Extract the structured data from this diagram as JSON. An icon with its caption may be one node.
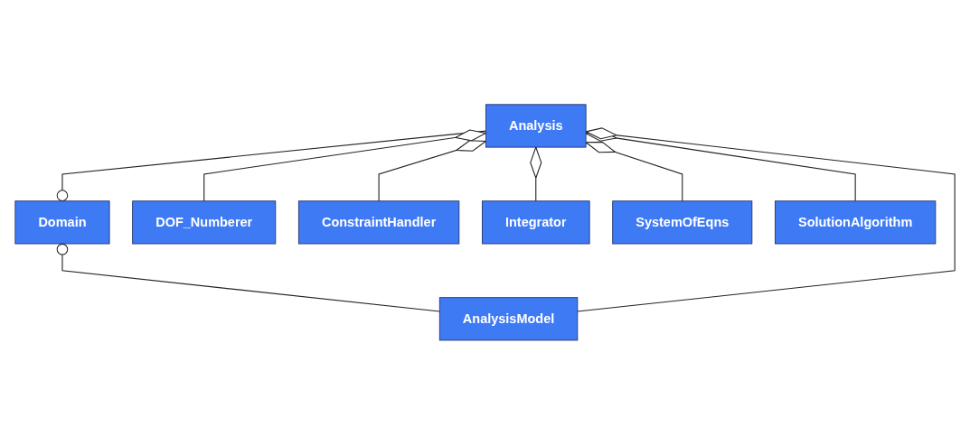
{
  "diagram": {
    "nodes": [
      {
        "text": [
          "Analysis"
        ]
      },
      {
        "text": [
          "Domain"
        ]
      },
      {
        "text": [
          "DOF_Numberer"
        ]
      },
      {
        "text": [
          "ConstraintHandler"
        ]
      },
      {
        "text": [
          "Integrator"
        ]
      },
      {
        "text": [
          "AnalysisModel"
        ]
      },
      {
        "text": [
          "SystemOfEqns"
        ]
      },
      {
        "text": [
          "SolutionAlgorithm"
        ]
      }
    ],
    "edges": [
      {
        "from": 0,
        "to": 1,
        "arrow": "other"
      },
      {
        "from": 1,
        "to": 5,
        "arrow": "other"
      },
      {
        "from": 0,
        "to": 2,
        "arrow": "other"
      },
      {
        "from": 0,
        "to": 6,
        "arrow": "other"
      },
      {
        "from": 0,
        "to": 3,
        "arrow": "other"
      },
      {
        "from": 0,
        "to": 7,
        "arrow": "other"
      },
      {
        "from": 0,
        "to": 4,
        "arrow": "other"
      },
      {
        "from": 0,
        "to": 5,
        "arrow": "other"
      }
    ]
  }
}
